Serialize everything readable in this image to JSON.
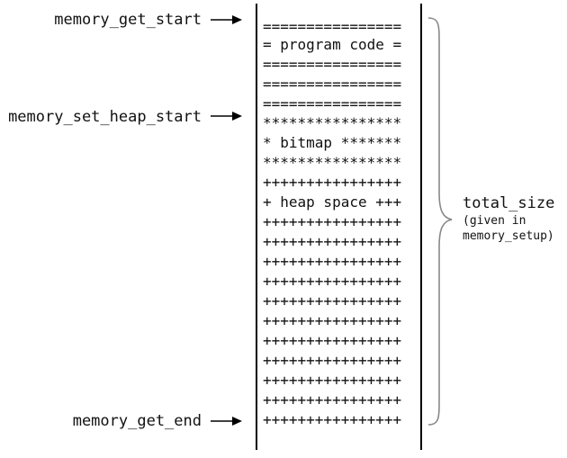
{
  "pointers": {
    "start": "memory_get_start",
    "heap_start": "memory_set_heap_start",
    "end": "memory_get_end"
  },
  "memory_lines": [
    "================",
    "= program code =",
    "================",
    "================",
    "================",
    "****************",
    "* bitmap *******",
    "****************",
    "++++++++++++++++",
    "+ heap space +++",
    "++++++++++++++++",
    "++++++++++++++++",
    "++++++++++++++++",
    "++++++++++++++++",
    "++++++++++++++++",
    "++++++++++++++++",
    "++++++++++++++++",
    "++++++++++++++++",
    "++++++++++++++++",
    "++++++++++++++++",
    "++++++++++++++++"
  ],
  "total_size": {
    "label": "total_size",
    "note_line1": "(given in",
    "note_line2": "memory_setup)"
  },
  "colors": {
    "ink": "#111111",
    "brace": "#888888"
  }
}
